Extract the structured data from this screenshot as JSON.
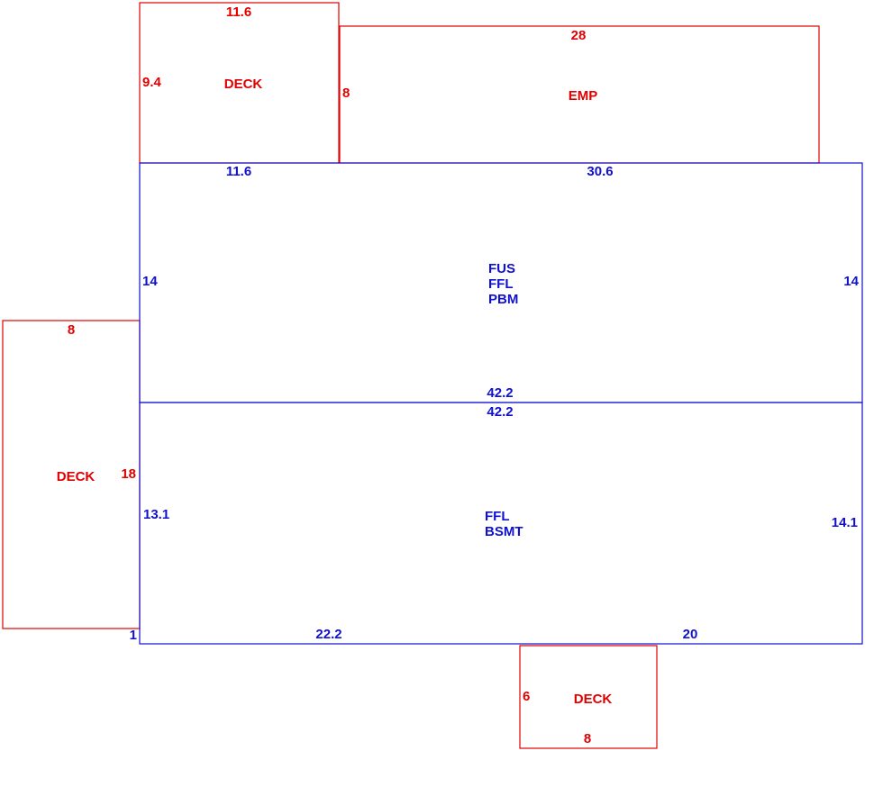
{
  "colors": {
    "red": "#e00000",
    "blue": "#1010d0"
  },
  "areas": {
    "deck_top": {
      "label": "DECK",
      "dims": {
        "top": "11.6",
        "left": "9.4",
        "bottom": "11.6"
      }
    },
    "emp": {
      "label": "EMP",
      "dims": {
        "top": "28",
        "left": "8",
        "bottom": "30.6"
      }
    },
    "main_upper": {
      "labels": [
        "FUS",
        "FFL",
        "PBM"
      ],
      "dims": {
        "left": "14",
        "right": "14",
        "bottom": "42.2"
      }
    },
    "main_lower": {
      "labels": [
        "FFL",
        "BSMT"
      ],
      "dims": {
        "top": "42.2",
        "left": "13.1",
        "right": "14.1",
        "bottom_left": "22.2",
        "bottom_right": "20",
        "corner": "1"
      }
    },
    "deck_left": {
      "label": "DECK",
      "dims": {
        "top": "8",
        "right": "18"
      }
    },
    "deck_bottom": {
      "label": "DECK",
      "dims": {
        "left": "6",
        "bottom": "8"
      }
    }
  }
}
